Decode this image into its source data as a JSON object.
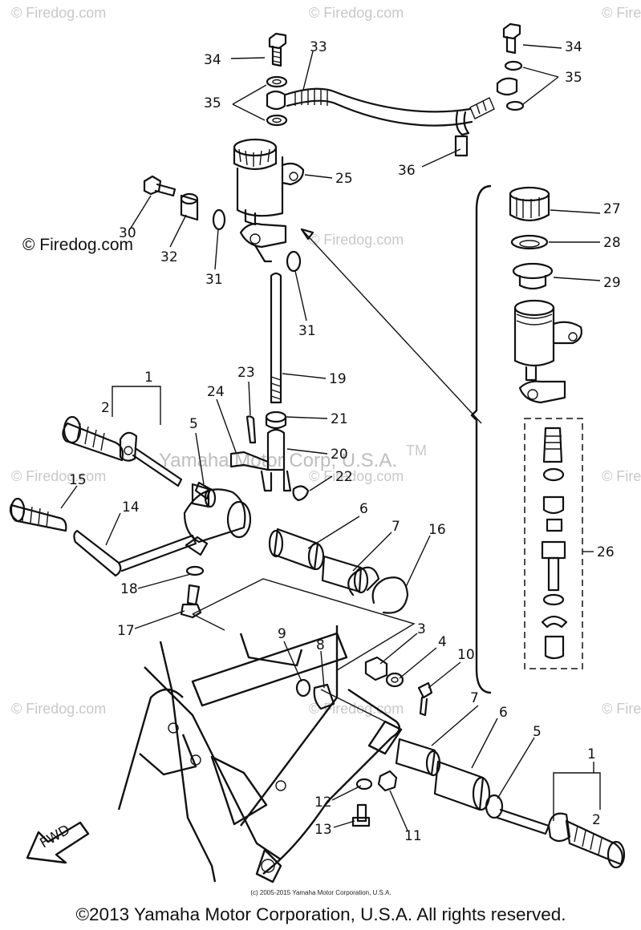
{
  "watermark": {
    "site": "© Firedog.com",
    "site_bold": "© Firedog.com",
    "trademark": "Yamaha Motor Corp, U.S.A.",
    "tm": "TM"
  },
  "callouts": [
    "1",
    "2",
    "3",
    "4",
    "5",
    "6",
    "7",
    "8",
    "9",
    "10",
    "11",
    "12",
    "13",
    "14",
    "15",
    "16",
    "17",
    "18",
    "19",
    "20",
    "21",
    "22",
    "23",
    "24",
    "25",
    "26",
    "27",
    "28",
    "29",
    "30",
    "31",
    "32",
    "33",
    "34",
    "35",
    "36"
  ],
  "fwd_label": "FWD",
  "footer": {
    "small_credit": "(c) 2005-2015 Yamaha Motor Corporation, U.S.A.",
    "copyright": "©2013 Yamaha Motor Corporation, U.S.A. All rights reserved."
  }
}
